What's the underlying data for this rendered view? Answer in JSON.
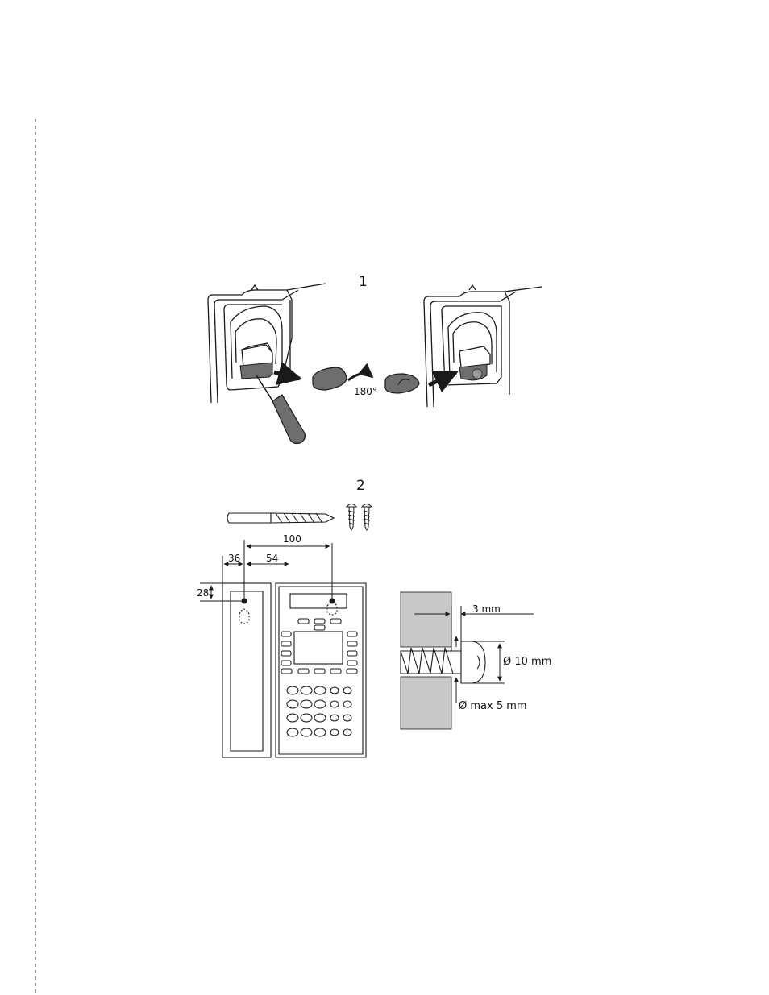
{
  "steps": {
    "step1": {
      "number": "1",
      "rotation_label": "180°"
    },
    "step2": {
      "number": "2",
      "dimensions": {
        "d100": "100",
        "d54": "54",
        "d36": "36",
        "d28": "28"
      },
      "screw_detail": {
        "gap": "3 mm",
        "head_diameter": "Ø 10 mm",
        "shaft_diameter": "Ø max 5 mm"
      }
    }
  },
  "colors": {
    "ink": "#1a1a1a",
    "wall": "#c8c8c8",
    "part": "#6e6e6e"
  }
}
